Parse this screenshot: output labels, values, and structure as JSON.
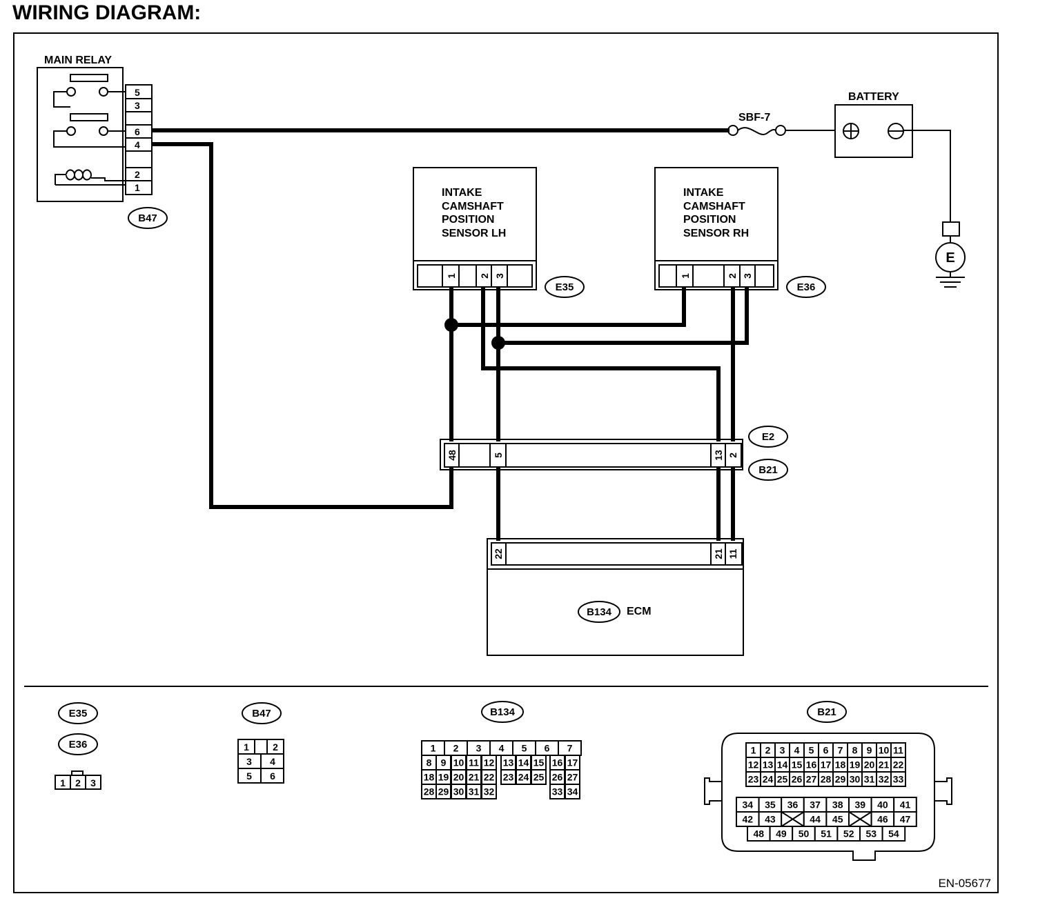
{
  "title": "WIRING DIAGRAM:",
  "components": {
    "main_relay": "MAIN RELAY",
    "battery": "BATTERY",
    "fuse": "SBF-7",
    "ground": "E",
    "sensor_lh": [
      "INTAKE",
      "CAMSHAFT",
      "POSITION",
      "SENSOR LH"
    ],
    "sensor_rh": [
      "INTAKE",
      "CAMSHAFT",
      "POSITION",
      "SENSOR RH"
    ],
    "ecm": "ECM"
  },
  "connector_codes": {
    "b47": "B47",
    "e35": "E35",
    "e36": "E36",
    "e2": "E2",
    "b21": "B21",
    "b134": "B134"
  },
  "pins": {
    "relay": [
      "5",
      "3",
      "6",
      "4",
      "2",
      "1"
    ],
    "lh": [
      "1",
      "2",
      "3"
    ],
    "rh": [
      "1",
      "2",
      "3"
    ],
    "e2b21": [
      "48",
      "5",
      "13",
      "2"
    ],
    "ecm": [
      "22",
      "21",
      "11"
    ]
  },
  "legend": {
    "e35_e36": [
      "1",
      "2",
      "3"
    ],
    "b47": [
      "1",
      "2",
      "3",
      "4",
      "5",
      "6"
    ],
    "b134_rows": [
      [
        "1",
        "2",
        "3",
        "4",
        "5",
        "6",
        "7"
      ],
      [
        "8",
        "9",
        "10",
        "11",
        "12",
        "13",
        "14",
        "15",
        "16",
        "17"
      ],
      [
        "18",
        "19",
        "20",
        "21",
        "22",
        "23",
        "24",
        "25",
        "26",
        "27"
      ],
      [
        "28",
        "29",
        "30",
        "31",
        "32",
        "33",
        "34"
      ]
    ],
    "b21_rows": [
      [
        "1",
        "2",
        "3",
        "4",
        "5",
        "6",
        "7",
        "8",
        "9",
        "10",
        "11"
      ],
      [
        "12",
        "13",
        "14",
        "15",
        "16",
        "17",
        "18",
        "19",
        "20",
        "21",
        "22"
      ],
      [
        "23",
        "24",
        "25",
        "26",
        "27",
        "28",
        "29",
        "30",
        "31",
        "32",
        "33"
      ],
      [
        "34",
        "35",
        "36",
        "37",
        "38",
        "39",
        "40",
        "41"
      ],
      [
        "42",
        "43",
        "44",
        "45",
        "46",
        "47"
      ],
      [
        "48",
        "49",
        "50",
        "51",
        "52",
        "53",
        "54"
      ]
    ]
  },
  "footer_code": "EN-05677"
}
